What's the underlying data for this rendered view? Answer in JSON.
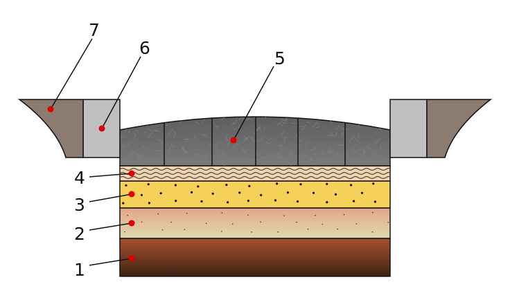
{
  "diagram": {
    "labels": [
      "1",
      "2",
      "3",
      "4",
      "5",
      "6",
      "7"
    ]
  },
  "colors": {
    "subgrade_top": "#a8522c",
    "subgrade_bottom": "#3e2214",
    "subbase_top": "#e4a489",
    "subbase_bottom": "#dcdcb0",
    "base": "#f6d15a",
    "bedding": "#f0d6b4",
    "paving": "#6a6a6a",
    "curb": "#c0c0c0",
    "soil": "#8c7b70",
    "marker": "#e00000",
    "outline": "#111111"
  }
}
